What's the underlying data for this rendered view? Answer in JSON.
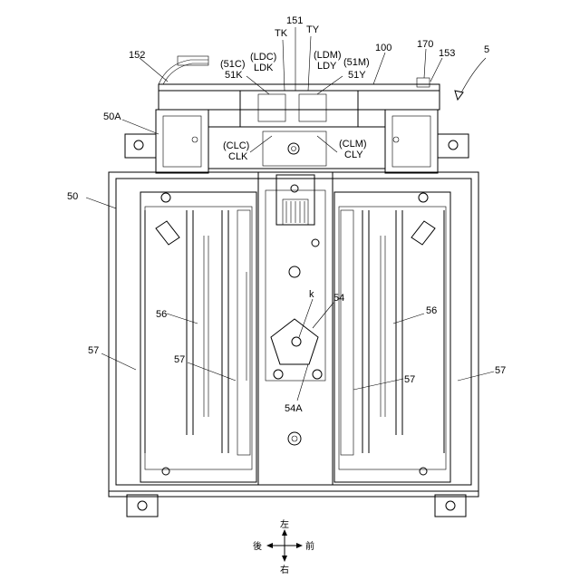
{
  "labels": {
    "ref_5": "5",
    "ref_50": "50",
    "ref_50A": "50A",
    "ref_100": "100",
    "ref_151": "151",
    "ref_152": "152",
    "ref_153": "153",
    "ref_170": "170",
    "tk": "TK",
    "ty": "TY",
    "ldc": "(LDC)",
    "ldk": "LDK",
    "c51c": "(51C)",
    "k51": "51K",
    "ldm": "(LDM)",
    "ldy": "LDY",
    "c51m": "(51M)",
    "y51": "51Y",
    "clc": "(CLC)",
    "clk": "CLK",
    "clm": "(CLM)",
    "cly": "CLY",
    "ref_56_left": "56",
    "ref_56_right": "56",
    "ref_57_far_left": "57",
    "ref_57_inner_left": "57",
    "ref_57_inner_right": "57",
    "ref_57_far_right": "57",
    "ref_54": "54",
    "ref_54A": "54A",
    "ref_k": "k"
  },
  "compass": {
    "up": "左",
    "down": "右",
    "left": "後",
    "right": "前"
  }
}
